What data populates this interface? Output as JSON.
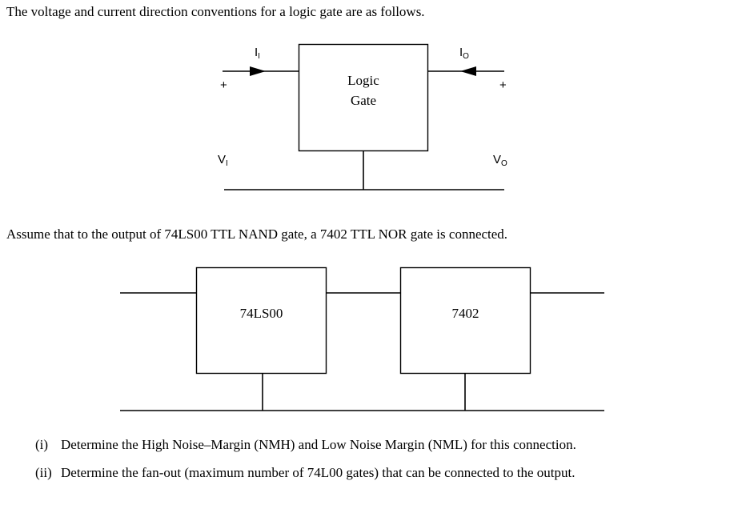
{
  "document": {
    "intro_paragraph_1": "The voltage and current direction conventions for a logic gate are as follows.",
    "intro_paragraph_2": "Assume that to the output of 74LS00 TTL NAND gate, a 7402 TTL NOR gate is connected."
  },
  "figure_1": {
    "title": "logic-gate-convention-diagram",
    "gate_box_label": "Logic\nGate",
    "input_current_label": "I",
    "input_current_subscript": "I",
    "output_current_label": "I",
    "output_current_subscript": "O",
    "input_voltage_label": "V",
    "input_voltage_subscript": "I",
    "output_voltage_label": "V",
    "output_voltage_subscript": "O",
    "input_polarity": "+",
    "output_polarity": "+",
    "line_color": "#000000",
    "box_fill": "#ffffff"
  },
  "figure_2": {
    "title": "cascaded-ttl-gates-diagram",
    "gate_1_label": "74LS00",
    "gate_2_label": "7402",
    "line_color": "#000000",
    "box_fill": "#ffffff"
  },
  "questions": [
    {
      "marker": "(i)",
      "text": "Determine the High Noise–Margin (NMH) and Low Noise Margin (NML) for this connection."
    },
    {
      "marker": "(ii)",
      "text": "Determine the fan-out (maximum number of 74L00 gates) that can be connected to the output."
    }
  ]
}
